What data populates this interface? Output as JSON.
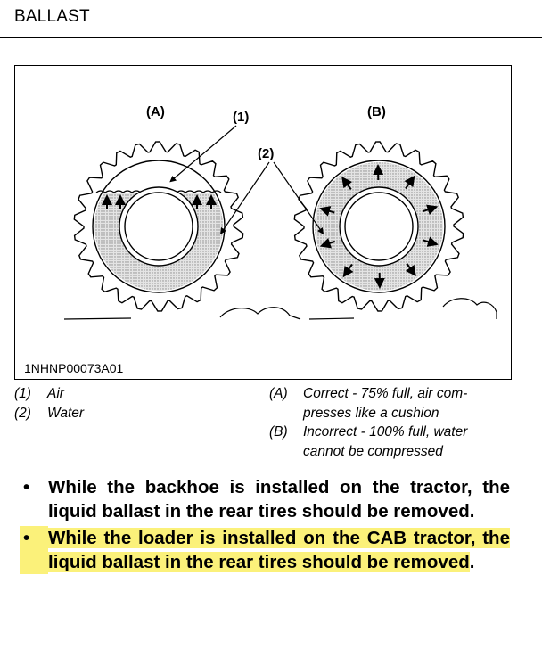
{
  "header": {
    "title": "BALLAST"
  },
  "figure": {
    "code": "1NHNP00073A01",
    "label_a": "(A)",
    "label_b": "(B)",
    "callout_1": "(1)",
    "callout_2": "(2)"
  },
  "legend": {
    "left": [
      {
        "num": "(1)",
        "text": "Air"
      },
      {
        "num": "(2)",
        "text": "Water"
      }
    ],
    "right": [
      {
        "num": "(A)",
        "line1": "Correct - 75% full, air com-",
        "line2": "presses like a cushion"
      },
      {
        "num": "(B)",
        "line1": "Incorrect - 100% full, water",
        "line2": "cannot be compressed"
      }
    ]
  },
  "bullets": [
    {
      "symbol": "•",
      "text": "While the backhoe is installed on the tractor, the liquid ballast in the rear tires should be removed."
    },
    {
      "symbol": "•",
      "text_main": "While the loader is installed on the CAB tractor, the liquid ballast in the rear tires should be removed",
      "text_tail": "."
    }
  ],
  "colors": {
    "highlight": "#fbf17a",
    "fill_pattern": "#cfcfcf"
  }
}
